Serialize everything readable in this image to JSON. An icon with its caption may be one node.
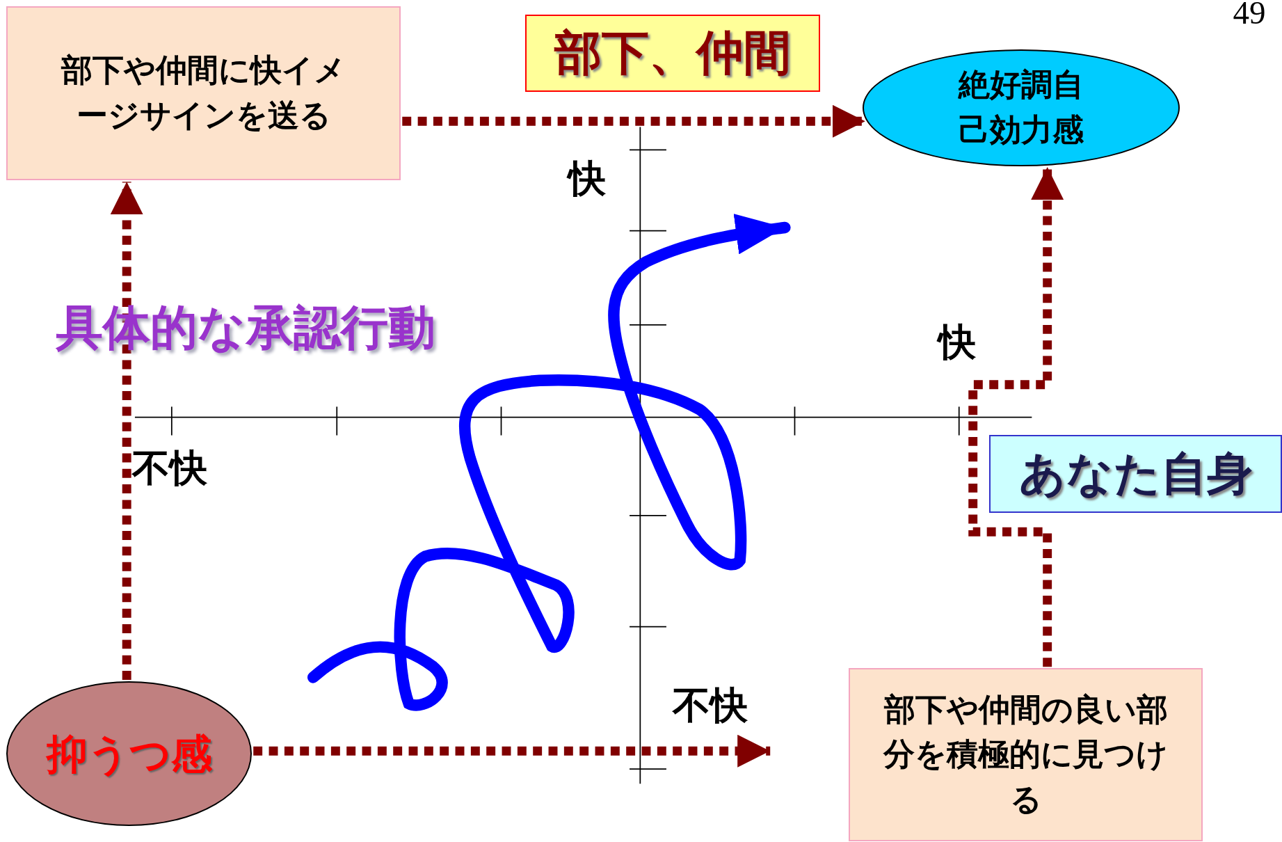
{
  "diagram": {
    "nodes": [
      {
        "text": [
          "部下や仲間に快イメージサインを送る"
        ]
      },
      {
        "text": [
          "部下、仲間"
        ]
      },
      {
        "text": [
          "絶好調自己効力感"
        ]
      },
      {
        "text": [
          "あなた自身"
        ]
      },
      {
        "text": [
          "部下や仲間の良い部分を積極的に見つける"
        ]
      },
      {
        "text": [
          "抑うつ感"
        ]
      }
    ],
    "edges": [
      {
        "from": 5,
        "to": 0,
        "arrow": "to",
        "style": "dashed"
      },
      {
        "from": 0,
        "to": 2,
        "arrow": "to",
        "style": "dashed"
      },
      {
        "from": 5,
        "to": null,
        "arrow": "to",
        "style": "dashed"
      },
      {
        "from": 4,
        "to": 2,
        "arrow": "to",
        "style": "dashed"
      }
    ],
    "labels": [
      "49",
      "快",
      "具体的な承認行動",
      "快",
      "不快",
      "不快"
    ]
  }
}
